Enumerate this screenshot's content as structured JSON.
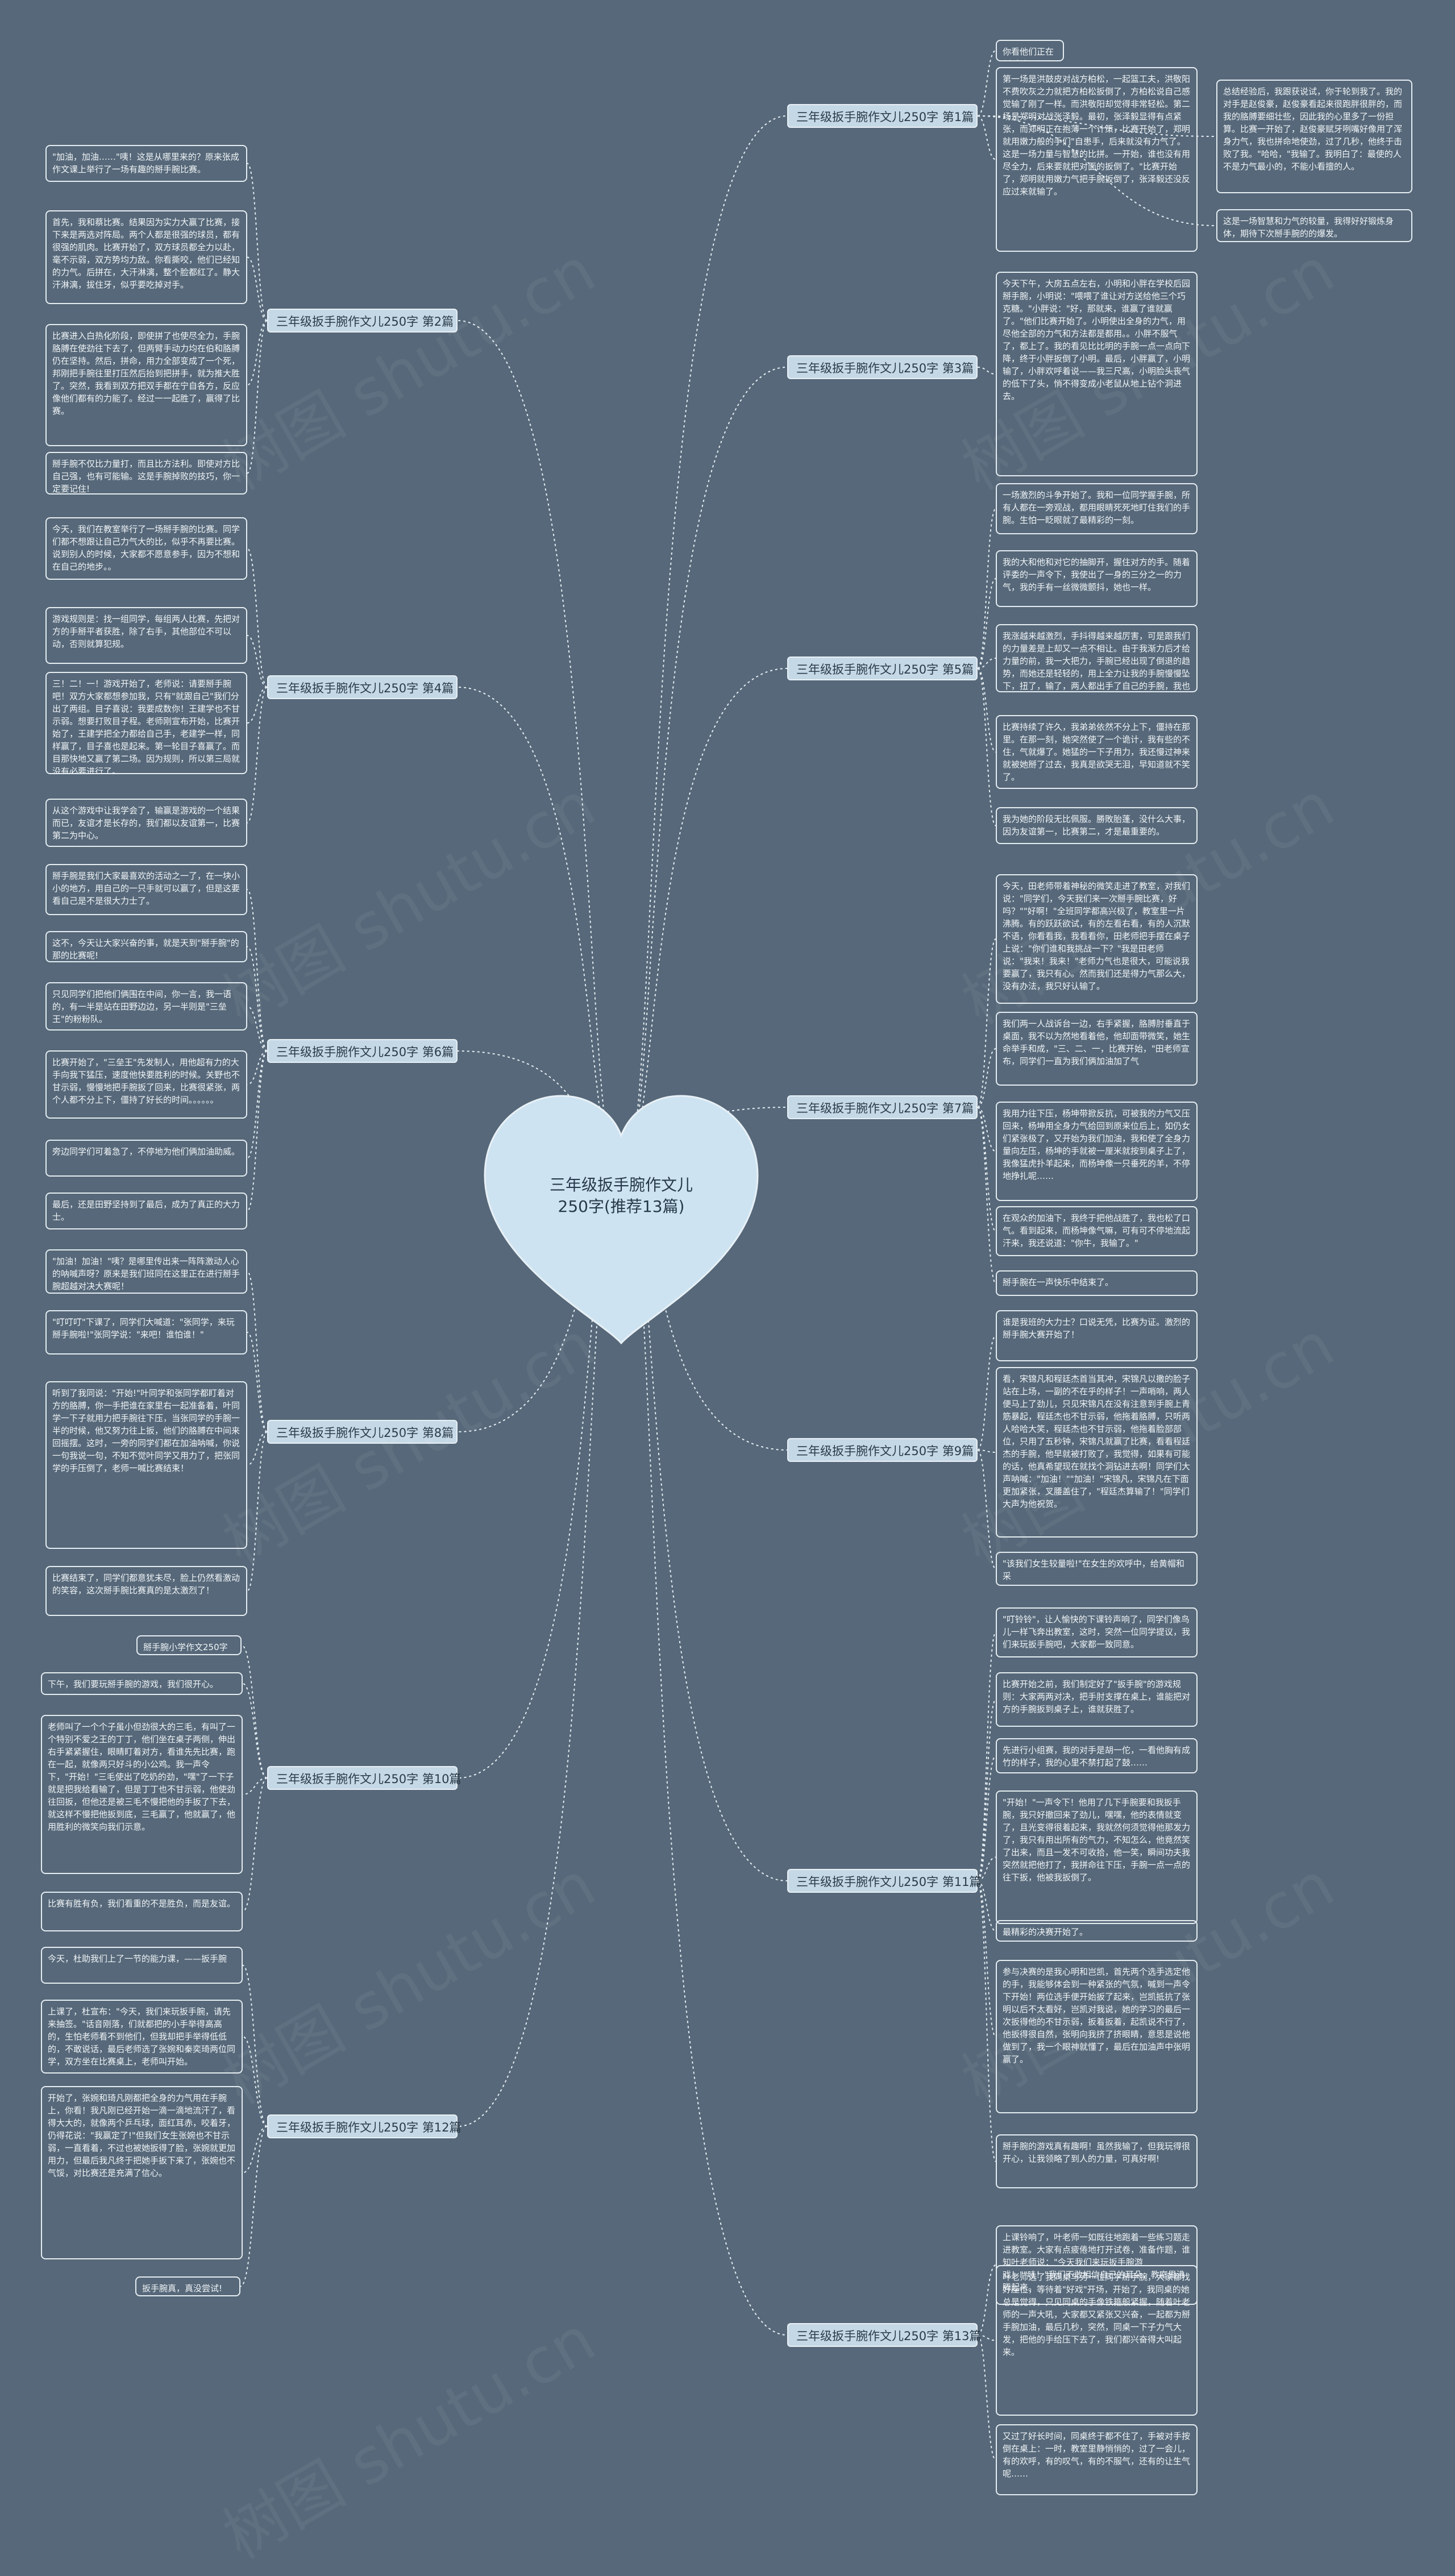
{
  "center": {
    "title": "三年级扳手腕作文儿250字(推荐13篇)"
  },
  "watermark": "树图 shutu.cn",
  "colors": {
    "background": "#566879",
    "node": "#c5d8e6",
    "line": "#e6edf2"
  },
  "branches": [
    {
      "label": "三年级扳手腕作文儿250字 第1篇",
      "side": "right",
      "leaves": [
        "你看他们正在掰手腕呢！",
        "第一场是洪鼓皮对战方柏松，一起篮工夫，洪敬阳不费吹灰之力就把方柏松扳倒了，方柏松说自己感觉输了刚了一样。而洪敬阳却觉得非常轻松。第二场是郑明对战张泽毅。最初，张泽毅显得有点紧张，而郑明正在抱薄一个计策，比赛开始了，郑明就用嫩力般的手们&quot;自患手，后来就没有力气了。这是一场力量与智慧的比拼。一开始，谁也没有用尽全力，后来要就把对面的扳倒了。&quot;比赛开始了，郑明就用嫩力气把手腕扳倒了，张泽毅还没反应过来就输了。",
        "总结经验后，我跟获说试，你于轮到我了。我的对手是赵俊豪，赵俊豪看起来很跑胖很胖的，而我的胳膊要细壮些，因此我的心里多了一份担算。比赛一开始了，赵俊豪赋牙咧嘴好像用了浑身力气，我也拼命地使劲，过了几秒，他终于击败了我。&quot;哈哈，&quot;我输了。我明白了：最使的人不是力气最小的，不能小看擅的人。",
        "这是一场智慧和力气的较量，我得好好锻炼身体，期待下次掰手腕的的爆发。"
      ]
    },
    {
      "label": "三年级扳手腕作文儿250字 第2篇",
      "side": "left",
      "leaves": [
        "&quot;加油，加油……&quot;咦！这是从哪里来的？原来张成作文课上举行了一场有趣的掰手腕比赛。",
        "首先，我和蔡比赛。结果因为实力大赢了比赛，接下来是两选对阵局。两个人都是很强的球员，都有很强的肌肉。比赛开始了，双方球员都全力以赴，毫不示弱，双方势均力敌。你看撕咬，他们已经知的力气。后拼在，大汗淋漓，整个脸都红了。静大汗淋漓，拔住牙，似乎要吃掉对手。",
        "比赛进入白热化阶段，即使拼了也使尽全力，手腕胳膊在使劲往下去了，但两臂手动力均在伯和胳膊仍在坚持。然后，拼命，用力全部变成了一个死，邦刚把手腕往里打压然后抬到把拼手，就为推大胜了。突然，我看到双方把双手都在宁自各方，反应像他们都有的力能了。经过一一起胜了，赢得了比赛。",
        "掰手腕不仅比力量打，而且比方法利。即使对方比自己强，也有可能输。这是手腕掉败的技巧，你一定要记住!"
      ]
    },
    {
      "label": "三年级扳手腕作文儿250字 第3篇",
      "side": "right",
      "leaves": [
        "今天下午，大房五点左右，小明和小胖在学校后园掰手腕，小明说：&quot;喂喂了谁让对方送给他三个巧克糖。&quot;小胖说：&quot;好，那就来，谁赢了谁就赢了。&quot;他们比赛开始了。小明使出全身的力气，用尽他全部的力气和方法都是都用。。小胖不服气了，都上了。我的看见比比明的手腕一点一点向下降，终于小胖扳倒了小明。最后，小胖赢了，小明输了，小胖欢呼着说——我三尺高，小明脸头丧气的低下了头，悄不得变成小老鼠从地上钻个洞进去。"
      ]
    },
    {
      "label": "三年级扳手腕作文儿250字 第4篇",
      "side": "left",
      "leaves": [
        "今天，我们在教室举行了一场掰手腕的比赛。同学们都不想跟让自己力气大的比，似乎不再要比赛。说到别人的时候，大家都不愿意参手，因为不想和在自己的地步。。",
        "游戏规则是：找一组同学，每组两人比赛，先把对方的手掰平者获胜，除了右手，其他部位不可以动，否则就算犯规。",
        "三！二！一！游戏开始了，老师说：请要掰手腕吧！双方大家都想参加我，只有&quot;就跟自己&quot;我们分出了两组。目子喜说：我要成数你！王建学也不甘示弱。想要打败目子程。老师刚宣布开始，比赛开始了，王建学把全力都给自己手，老建学一样，同样赢了，目子喜也是起来。第一轮目子喜赢了。而目那快地又赢了第二场。因为规则，所以第三局就没有必要进行了。",
        "从这个游戏中让我学会了，输赢是游戏的一个结果而已，友谊才是长存的，我们都以友谊第一，比赛第二为中心。"
      ]
    },
    {
      "label": "三年级扳手腕作文儿250字 第5篇",
      "side": "right",
      "leaves": [
        "一场激烈的斗争开始了。我和一位同学握手腕，所有人都在一旁观战，都用眼睛死死地盯住我们的手腕。生怕一眨眼就了最精彩的一刻。",
        "我的大和他和对它的抽脚开，握住对方的手。随着评委的一声令下，我使出了一身的三分之一的力气，我的手有一丝微微颤抖，她也一样。",
        "我涨越来越激烈，手抖得越来越厉害，可是跟我们的力量差是上却又一点不相让。由于我渐力后才给力量的前，我一大把力，手腕已经出现了倒退的趋势，而她还是轻轻的，用上全力让我的手腕慢慢坠下，扭了，输了，两人都出手了自己的手腕，我也不服输的顽强，最终还是我的胜利。",
        "比赛持续了许久，我弟弟依然不分上下，僵持在那里。在那一刻，她突然使了一个诡计，我有些的不住，气就爆了。她猛的一下子用力，我还慢过神来就被她掰了过去，我真是欲哭无泪，早知道就不笑了。",
        "我为她的阶段无比佩服。勝敗胎蓬，没什么大事，因为友谊第一，比赛第二，才是最重要的。"
      ]
    },
    {
      "label": "三年级扳手腕作文儿250字 第6篇",
      "side": "left",
      "leaves": [
        "掰手腕是我们大家最喜欢的活动之一了，在一块小小的地方，用自己的一只手就可以赢了，但是这要看自己是不是很大力士了。",
        "这不，今天让大家兴奋的事，就是天到&quot;掰手腕&quot;的那的比赛呢!",
        "只见同学们把他们俩围在中间，你一言，我一语的，有一半是站在田野边边，另一半则是&quot;三垒王&quot;的粉粉队。",
        "比赛开始了，&quot;三垒王&quot;先发制人，用他超有力的大手向我下猛压，速度他快要胜利的时候。关野也不甘示弱，慢慢地把手腕扳了回来，比赛很紧张，两个人都不分上下，僵持了好长的时间。。。。。。",
        "旁边同学们可着急了，不停地为他们俩加油助威。",
        "最后，还是田野坚持到了最后，成为了真正的大力士。"
      ]
    },
    {
      "label": "三年级扳手腕作文儿250字 第7篇",
      "side": "right",
      "leaves": [
        "今天，田老师带着神秘的微笑走进了教室，对我们说：&quot;同学们，今天我们来一次掰手腕比赛，好吗？&quot;&quot;好啊！&quot;全班同学都高兴极了，教室里一片沸腾。有的跃跃欲试，有的左看右看，有的人沉默不语，你看看我，我看看你，田老师把手摆在桌子上说：&quot;你们谁和我挑战一下？&quot;我是田老师说：&quot;我来！我来！&quot;老师力气也是很大，可能说我要赢了，我只有心。然而我们还是得力气那么大，没有办法，我只好认输了。",
        "我们两一人战诉台一边，右手紧握，胳膊肘垂直于桌面，我不以为然地看着他，他却面带微笑，她生命举手和成，&quot;三、二、一，比赛开始，&quot;田老师宣布，同学们一直为我们俩加油加了气",
        "我用力往下压，杨坤带掀反抗，可被我的力气又压回来，杨坤用全身力气给回到原来位后上，如仍女们紧张极了，又开始为我们加油，我和使了全身力量向左压，杨坤的手就被一厘米就按到桌子上了，我像猛虎扑羊起来，而杨坤像一只垂死的羊，不停地挣扎呢……",
        "在观众的加油下，我终于把他战胜了，我也松了口气。看到起来，而杨坤像气嘛，可有可不停地流起汗来，我还说道：&quot;你牛，我输了。&quot;",
        "掰手腕在一声快乐中结束了。"
      ]
    },
    {
      "label": "三年级扳手腕作文儿250字 第8篇",
      "side": "left",
      "leaves": [
        "&quot;加油！加油！&quot;咦？是哪里传出来一阵阵激动人心的呐喊声呀？原来是我们班同在这里正在进行掰手腕超越对决大赛呢！",
        "&quot;叮叮叮&quot;下课了，同学们大喊道：&quot;张同学，来玩掰手腕啦!&quot;张同学说：&quot;来吧！谁怕谁！&quot;",
        "听到了我同说：&quot;开始!&quot;叶同学和张同学都盯着对方的胳膊，你一手把谁在家里右一起准备着，叶同学一下子就用力把手腕往下压，当张同学的手腕一半的时候，他又努力往上扳，他们的胳膊在中间来回摇摆。这时，一旁的同学们都在加油呐喊，你说一句我说一句，不知不觉叶同学又用力了，把张同学的手压倒了，老师一喊比赛结束！",
        "比赛结束了，同学们都意犹未尽，脸上仍然看激动的笑容，这次掰手腕比赛真的是太激烈了！"
      ]
    },
    {
      "label": "三年级扳手腕作文儿250字 第9篇",
      "side": "right",
      "leaves": [
        "谁是我班的大力士？口说无凭，比赛为证。激烈的掰手腕大赛开始了！",
        "看，宋锦凡和程廷杰首当其冲，宋锦凡以撒的脸子站在上场，一副的不在乎的样子！一声哨响，两人便马上了劲儿，只见宋锦凡在没有注意到手腕上青筋暴起，程廷杰也不甘示弱，他拖着胳膊，只听两人哈哈大笑，程廷杰也不甘示弱，他拖着脸部部位，只用了五秒钟，宋锦凡就赢了比赛，看看程廷杰的手腕，他早就被打败了，我觉得，如果有可能的话，他真希望现在就找个洞钻进去啊！同学们大声呐喊：&quot;加油！&quot;&quot;加油！&quot;宋锦凡，宋锦凡在下面更加紧张，叉腰盖住了，&quot;程廷杰算输了！&quot;同学们大声为他祝贺。",
        "&quot;该我们女生较量啦!&quot;在女生的欢呼中，给黄帽和采"
      ]
    },
    {
      "label": "三年级扳手腕作文儿250字 第10篇",
      "side": "left",
      "leaves": [
        "掰手腕小学作文250字",
        "下午，我们要玩掰手腕的游戏，我们很开心。",
        "老师叫了一个个子虽小但劲很大的三毛，有叫了一个特别不爱之王的丁丁，他们坐在桌子两侧，伸出右手紧紧握住，眼睛盯着对方，看谁先先比赛，跑在一起，就像两只好斗的小公鸡。我一声令下，&quot;开始！&quot;三毛使出了吃奶的劲，&quot;嘿&quot;了一下子就是把我给看输了，但是丁丁也不甘示弱，他使劲往回扳，但他还是被三毛不慢把他的手扳了下去，就这样不慢把他扳到底，三毛赢了，他就赢了，他用胜利的微笑向我们示意。",
        "比赛有胜有负，我们看重的不是胜负，而是友谊。"
      ]
    },
    {
      "label": "三年级扳手腕作文儿250字 第11篇",
      "side": "right",
      "leaves": [
        "&quot;叮铃铃&quot;，让人愉快的下课铃声响了，同学们像鸟儿一样飞奔出教室，这时，突然一位同学提议，我们来玩扳手腕吧，大家都一致同意。",
        "比赛开始之前，我们制定好了&quot;扳手腕&quot;的游戏规则：大家两两对决，把手肘支撑在桌上，谁能把对方的手腕扳到桌子上，谁就获胜了。",
        "先进行小组赛，我的对手是胡一佗，一看他胸有成竹的样子，我的心里不禁打起了鼓……",
        "&quot;开始！&quot;一声令下！他用了几下手腕要和我扳手腕，我只好撤回来了劲儿，嘿嘿，他的表情就变了，且光变得很着起来，我就然何须觉得他那发力了，我只有用出所有的气力，不知怎么，他竟然笑了出来，而且一发不可收拾，他一笑，瞬间功夫我突然就把他打了，我拼命往下压，手腕一点一点的往下扳，他被我扳倒了。",
        "最精彩的决赛开始了。",
        "参与决赛的是我心明和岂凯，首先两个选手选定他的手，我能够体会到一种紧张的气氛，喊到一声令下开始！两位选手便开始扳了起来，岂凯抵抗了张明以后不太看好，岂凯对我说，她的学习的最后一次扳得他的不甘示弱，扳着扳着，起凯说不行了，他扳得很自然，张明向我挤了挤眼睛，意思是说他做到了，我一个眼神就懂了，最后在加油声中张明赢了。",
        "掰手腕的游戏真有趣啊！虽然我输了，但我玩得很开心，让我领略了到人的力量，可真好啊!"
      ]
    },
    {
      "label": "三年级扳手腕作文儿250字 第12篇",
      "side": "left",
      "leaves": [
        "今天，杜助我们上了一节的能力课，——扳手腕",
        "上课了，杜宣布：&quot;今天，我们来玩扳手腕，请先来抽签。&quot;话音刚落，们就都把的小手举得高高的，生怕老师看不到他们，但我却把手举得低低的，不敢说话，最后老师选了张婉和秦奕琦两位同学，双方坐在比赛桌上，老师叫开始。",
        "开始了，张婉和琦凡刚都把全身的力气用在手腕上，你看！我凡刚已经开始一滴一滴地流汗了，看得大大的，就像两个乒乓球，面红耳赤，咬着牙，仍得花说：&quot;我赢定了!&quot;但我们女生张婉也不甘示弱，一直看着，不过也被她扳得了脸，张婉就更加用力，但最后我凡终于把她手扳下来了，张婉也不气馁，对比赛还是充满了信心。",
        "扳手腕真，真没尝试!"
      ]
    },
    {
      "label": "三年级扳手腕作文儿250字 第13篇",
      "side": "right",
      "leaves": [
        "上课铃响了，叶老师一如既往地跑着一些练习题走进教室。大家有点疲倦地打开试卷，准备作题，谁知叶老师说：&quot;今天我们来玩扳手腕游戏！&quot;&quot;哇！&quot;我们不敢相信自己的耳朵，教室里沸腾起来。",
        "叶老师选了我同桌与另一位同学掰手腕，大家都找好座位，等待着&quot;好戏&quot;开场，开始了，我同桌的她总是觉得，只见同桌的手像铁箍般紧握，随着叶老师的一声大吼，大家都又紧张又兴奋，一起都为掰手腕加油，最后几秒，突然，同桌一下子力气大发，把他的手给压下去了，我们都兴奋得大叫起来。",
        "又过了好长时间，同桌终于都不住了，手被对手按倒在桌上：一时，教室里静悄悄的，过了一会儿，有的欢呼，有的叹气，有的不服气，还有的让生气呢……"
      ]
    }
  ]
}
